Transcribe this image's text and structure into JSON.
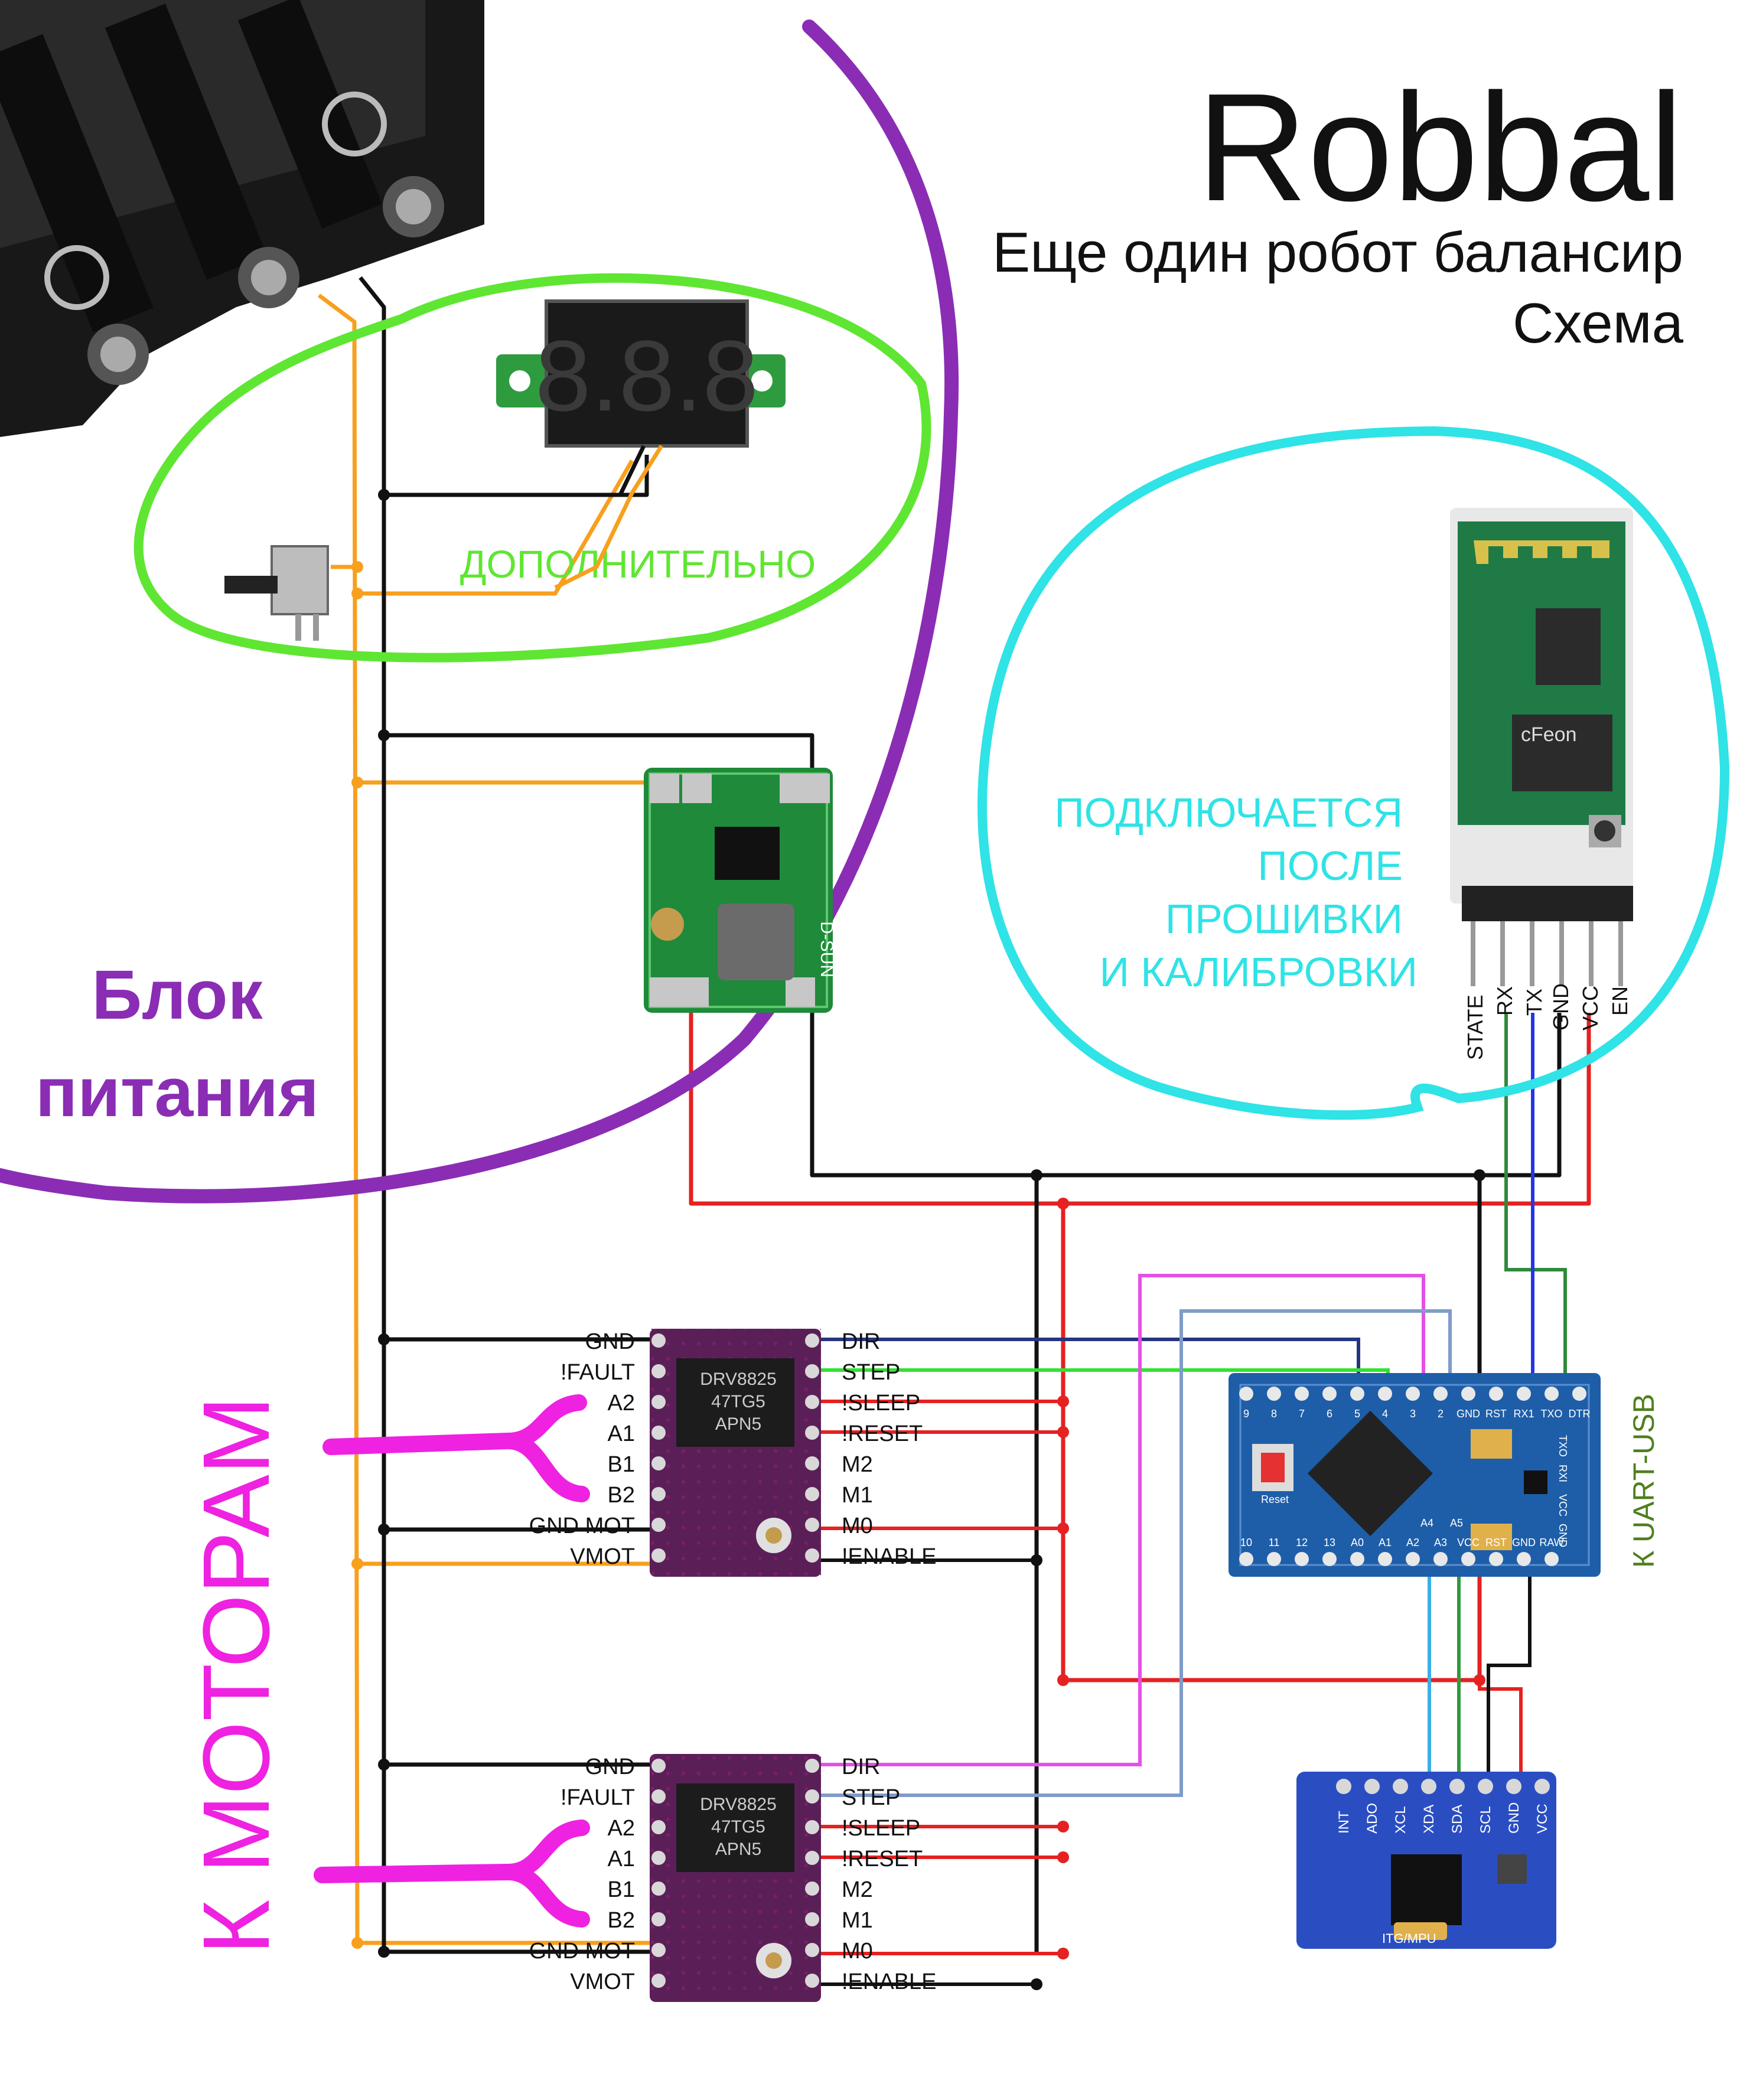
{
  "title": "Robbal",
  "subtitle": "Еще один робот балансир",
  "subtitle2": "Схема",
  "groups": {
    "optional": "ДОПОЛНИТЕЛЬНО",
    "power_block": [
      "Блок",
      "питания"
    ],
    "bluetooth": [
      "ПОДКЛЮЧАЕТСЯ",
      "ПОСЛЕ",
      "ПРОШИВКИ",
      "И КАЛИБРОВКИ"
    ],
    "to_motors": "К МОТОРАМ",
    "uart": "К UART-USB"
  },
  "voltmeter_display": "8.8.8",
  "driver": {
    "left_pins": [
      "GND",
      "!FAULT",
      "A2",
      "A1",
      "B1",
      "B2",
      "GND MOT",
      "VMOT"
    ],
    "right_pins": [
      "DIR",
      "STEP",
      "!SLEEP",
      "!RESET",
      "M2",
      "M1",
      "M0",
      "!ENABLE"
    ],
    "chip_text": [
      "DRV8825",
      "47TG5",
      "APN5"
    ]
  },
  "bt_pins": [
    "STATE",
    "RX",
    "TX",
    "GND",
    "VCC",
    "EN"
  ],
  "bt_chip": "cFeon",
  "buck_label": "D-SUN",
  "arduino": {
    "top_pins": [
      "9",
      "8",
      "7",
      "6",
      "5",
      "4",
      "3",
      "2",
      "GND",
      "RST",
      "RX1",
      "TXO",
      "DTR"
    ],
    "bottom_pins": [
      "10",
      "11",
      "12",
      "13",
      "A0",
      "A1",
      "A2",
      "A3",
      "VCC",
      "RST",
      "GND",
      "RAW"
    ],
    "side_pins": [
      "TXO",
      "RXI",
      "VCC",
      "GND"
    ],
    "inner_pins": [
      "A4",
      "A5"
    ],
    "reset_label": "Reset"
  },
  "imu": {
    "pins": [
      "INT",
      "ADO",
      "XCL",
      "XDA",
      "SDA",
      "SCL",
      "GND",
      "VCC"
    ],
    "label": "ITG/MPU"
  },
  "colors": {
    "power_block": "#8a2db4",
    "optional": "#5fe632",
    "bluetooth": "#2fe3e6",
    "motors": "#ee22e0",
    "wire_vbat": "#f7a01e",
    "wire_gnd": "#111111",
    "wire_5v": "#e52121",
    "uart_text": "#4e7f1e"
  }
}
